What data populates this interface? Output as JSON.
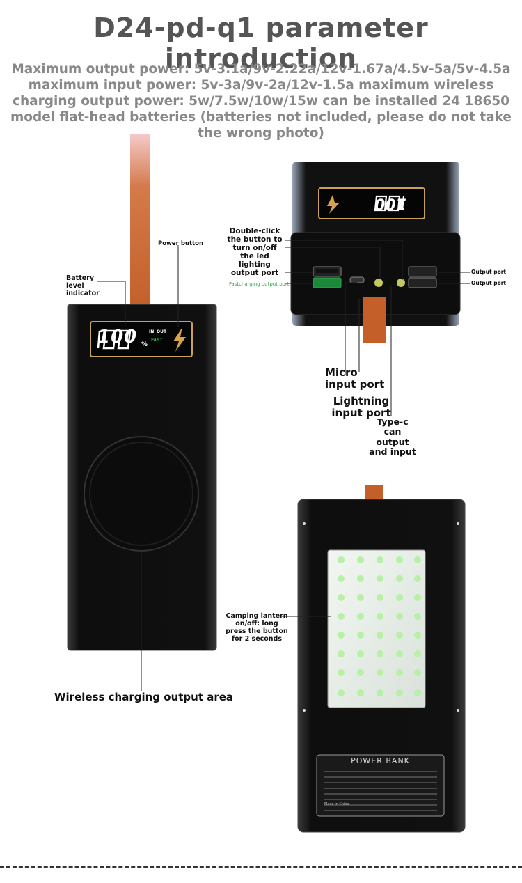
{
  "title": "D24-pd-q1 parameter introduction",
  "intro": "Maximum output power: 5v-3.1a/9v-2.22a/12v-1.67a/4.5v-5a/5v-4.5a maximum input power: 5v-3a/9v-2a/12v-1.5a maximum wireless charging output power: 5w/7.5w/10w/15w can be installed 24 18650 model flat-head batteries (batteries not included, please do not take the wrong photo)",
  "labels": {
    "battery_level": "Battery level indicator",
    "power_button": "Power button",
    "double_click": "Double-click the button to turn on/off the led lighting output port",
    "fast_charging": "Fastcharging output port",
    "output_port_1": "Output port",
    "output_port_2": "Output port",
    "micro": "Micro input port",
    "lightning": "Lightning input port",
    "typec": "Type-c can output and input",
    "wireless": "Wireless charging output area",
    "camping": "Camping lantern on/off: long press the button for 2 seconds"
  },
  "display": {
    "percent_front": "100",
    "in": "IN",
    "out": "OUT",
    "fast": "FAST",
    "percent_top": "100",
    "pct": "%"
  },
  "panel": {
    "label_title": "POWER BANK",
    "made_in": "Made in China"
  },
  "colors": {
    "strap": "#c8652f",
    "body": "#141414",
    "gold": "#c9a25a",
    "digit": "#ffffff",
    "green": "#2aa84a",
    "led": "#aef0a0"
  }
}
